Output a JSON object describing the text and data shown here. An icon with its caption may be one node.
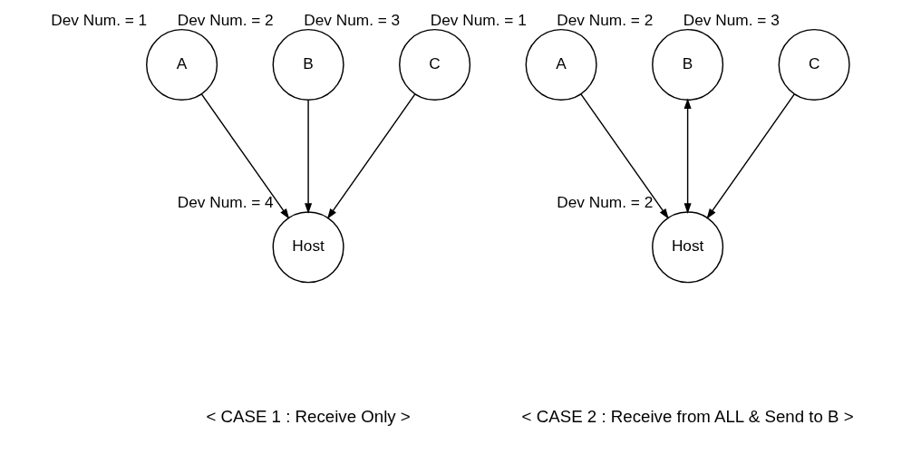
{
  "diagram": {
    "nodes": [
      {
        "text": [
          "A"
        ],
        "beside": [
          "Dev Num. = 1"
        ]
      },
      {
        "text": [
          "B"
        ],
        "beside": [
          "Dev Num. = 2"
        ]
      },
      {
        "text": [
          "C"
        ],
        "beside": [
          "Dev Num. = 3"
        ]
      },
      {
        "text": [
          "Host"
        ],
        "beside": [
          "Dev Num. = 4"
        ]
      },
      {
        "text": [
          "A"
        ],
        "beside": [
          "Dev Num. = 1"
        ]
      },
      {
        "text": [
          "B"
        ],
        "beside": [
          "Dev Num. = 2"
        ]
      },
      {
        "text": [
          "C"
        ],
        "beside": [
          "Dev Num. = 3"
        ]
      },
      {
        "text": [
          "Host"
        ],
        "beside": [
          "Dev Num. = 2"
        ]
      }
    ],
    "edges": [
      {
        "from": 0,
        "to": 3,
        "arrow": "to"
      },
      {
        "from": 1,
        "to": 3,
        "arrow": "to"
      },
      {
        "from": 2,
        "to": 3,
        "arrow": "to"
      },
      {
        "from": 4,
        "to": 7,
        "arrow": "to"
      },
      {
        "from": 5,
        "to": 7,
        "arrow": "both"
      },
      {
        "from": 6,
        "to": 7,
        "arrow": "to"
      }
    ],
    "labels": [
      "< CASE 1 : Receive Only >",
      "< CASE 2 : Receive from ALL & Send to B >"
    ]
  }
}
